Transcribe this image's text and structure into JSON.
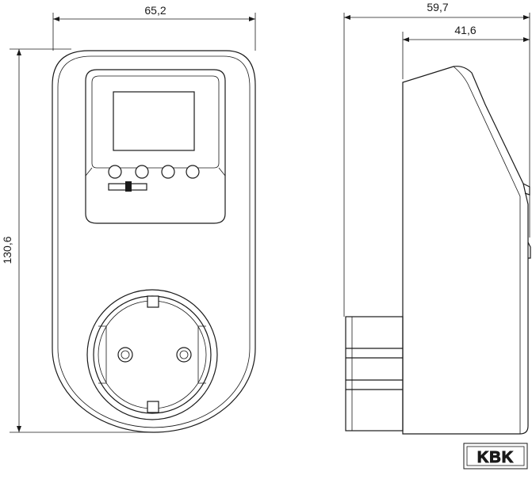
{
  "dimensions": {
    "front_width": "65,2",
    "height": "130,6",
    "side_total_depth": "59,7",
    "side_body_depth": "41,6"
  },
  "logo": {
    "text": "KBK"
  },
  "colors": {
    "line": "#1a1a1a",
    "background": "#ffffff"
  }
}
